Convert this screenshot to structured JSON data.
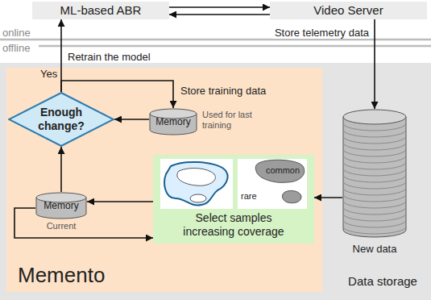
{
  "diagram": {
    "nodes": [
      {
        "text": [
          "ML-based ABR"
        ]
      },
      {
        "text": [
          "Video Server"
        ]
      },
      {
        "text": [
          "Data storage"
        ]
      },
      {
        "text": [
          "Memento"
        ],
        "in": 2
      },
      {
        "text": [
          "Enough change?"
        ],
        "in": 3
      },
      {
        "text": [
          "Memory",
          "Used for last training"
        ],
        "in": 3
      },
      {
        "text": [
          "Memory",
          "Current"
        ],
        "in": 3
      },
      {
        "text": [
          "Select samples increasing coverage"
        ],
        "in": 3
      },
      {
        "text": [
          "common",
          "rare"
        ],
        "in": 7
      },
      {
        "text": [
          "New data"
        ],
        "in": 2
      }
    ],
    "edges": [
      {
        "from": 0,
        "to": 1,
        "arrow": "to"
      },
      {
        "from": 1,
        "to": 0,
        "arrow": "to"
      },
      {
        "from": 1,
        "to": 9,
        "label": "Store telemetry data",
        "arrow": "to"
      },
      {
        "from": 4,
        "to": 0,
        "label": "Retrain the model",
        "arrow": "to"
      },
      {
        "from": 4,
        "to": 5,
        "label": "Store training data",
        "arrow": "to"
      },
      {
        "from": 5,
        "to": 4,
        "arrow": "to"
      },
      {
        "from": 6,
        "to": 4,
        "arrow": "to"
      },
      {
        "from": 6,
        "to": 7,
        "arrow": "to"
      },
      {
        "from": 7,
        "to": 6,
        "arrow": "to"
      },
      {
        "from": 9,
        "to": 7,
        "arrow": "to"
      }
    ],
    "labels": [
      "online",
      "offline",
      "Yes"
    ]
  }
}
